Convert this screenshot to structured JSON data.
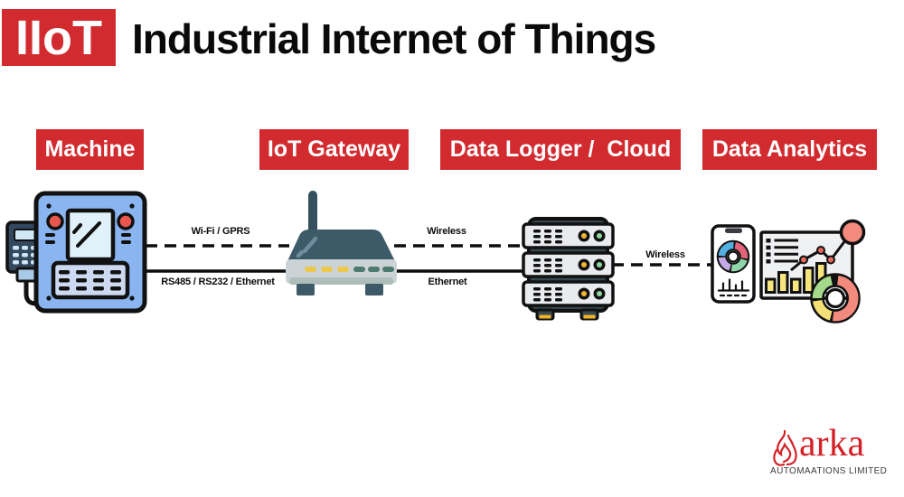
{
  "header": {
    "badge": "IIoT",
    "title": "Industrial Internet of Things"
  },
  "nodes": [
    {
      "id": "machine",
      "label": "Machine"
    },
    {
      "id": "gateway",
      "label": "IoT Gateway"
    },
    {
      "id": "logger",
      "label": "Data Logger /  Cloud"
    },
    {
      "id": "analytics",
      "label": "Data Analytics"
    }
  ],
  "connections": [
    {
      "from": "machine",
      "to": "gateway",
      "top_label": "Wi-Fi / GPRS",
      "top_style": "dashed",
      "bottom_label": "RS485 / RS232 / Ethernet",
      "bottom_style": "solid"
    },
    {
      "from": "gateway",
      "to": "logger",
      "top_label": "Wireless",
      "top_style": "dashed",
      "bottom_label": "Ethernet",
      "bottom_style": "solid"
    },
    {
      "from": "logger",
      "to": "analytics",
      "top_label": "Wireless",
      "top_style": "dashed"
    }
  ],
  "icons": [
    "machine-controller-icon",
    "iot-gateway-router-icon",
    "server-stack-icon",
    "analytics-dashboard-icon",
    "flame-icon"
  ],
  "logo": {
    "brand": "arka",
    "tagline": "AUTOMAATIONS LIMITED"
  },
  "colors": {
    "accent_red": "#d22b2f",
    "logo_red": "#d42127",
    "machine_blue": "#8ab5f0",
    "machine_screen": "#e0f1f9",
    "pendant_navy": "#33475e",
    "router_slate": "#3d5a68",
    "router_base_gray": "#ccd3d6",
    "led_yellow": "#ecc94b",
    "led_green": "#4d7a6e",
    "server_dark": "#37474f",
    "server_face": "#e9ebee",
    "indicator_yellow": "#f2b632",
    "indicator_green": "#8fd6a0",
    "chart_red": "#f28b7d",
    "chart_yellow": "#f2df76",
    "chart_green": "#a5d98b",
    "phone_blue": "#53b1e2",
    "phone_pink": "#e2647a",
    "phone_green": "#8fd6a9",
    "phone_purple": "#c3a9e6",
    "line_black": "#0d0d0d"
  }
}
